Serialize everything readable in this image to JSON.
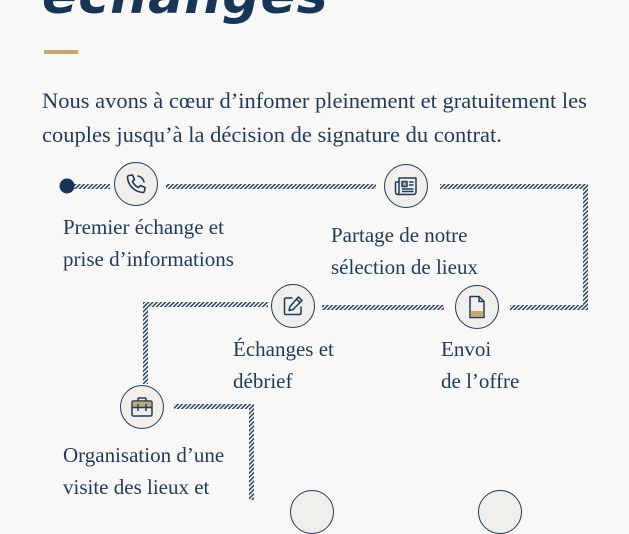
{
  "heading": "échanges",
  "intro": "Nous avons à cœur d’infomer pleinement et gratuitement les couples jusqu’à la décision de signature du contrat.",
  "colors": {
    "navy": "#1e3a5c",
    "gold": "#c7a96b",
    "background": "#f8f8f6"
  },
  "steps": [
    {
      "icon": "phone-icon",
      "lines": [
        "Premier échange et",
        "prise d’informations"
      ]
    },
    {
      "icon": "newspaper-icon",
      "lines": [
        "Partage de notre",
        "sélection de lieux"
      ]
    },
    {
      "icon": "document-icon",
      "lines": [
        "Envoi",
        "de l’offre"
      ]
    },
    {
      "icon": "edit-icon",
      "lines": [
        "Échanges et",
        "débrief"
      ]
    },
    {
      "icon": "briefcase-icon",
      "lines": [
        "Organisation d’une",
        "visite des lieux et"
      ]
    }
  ]
}
